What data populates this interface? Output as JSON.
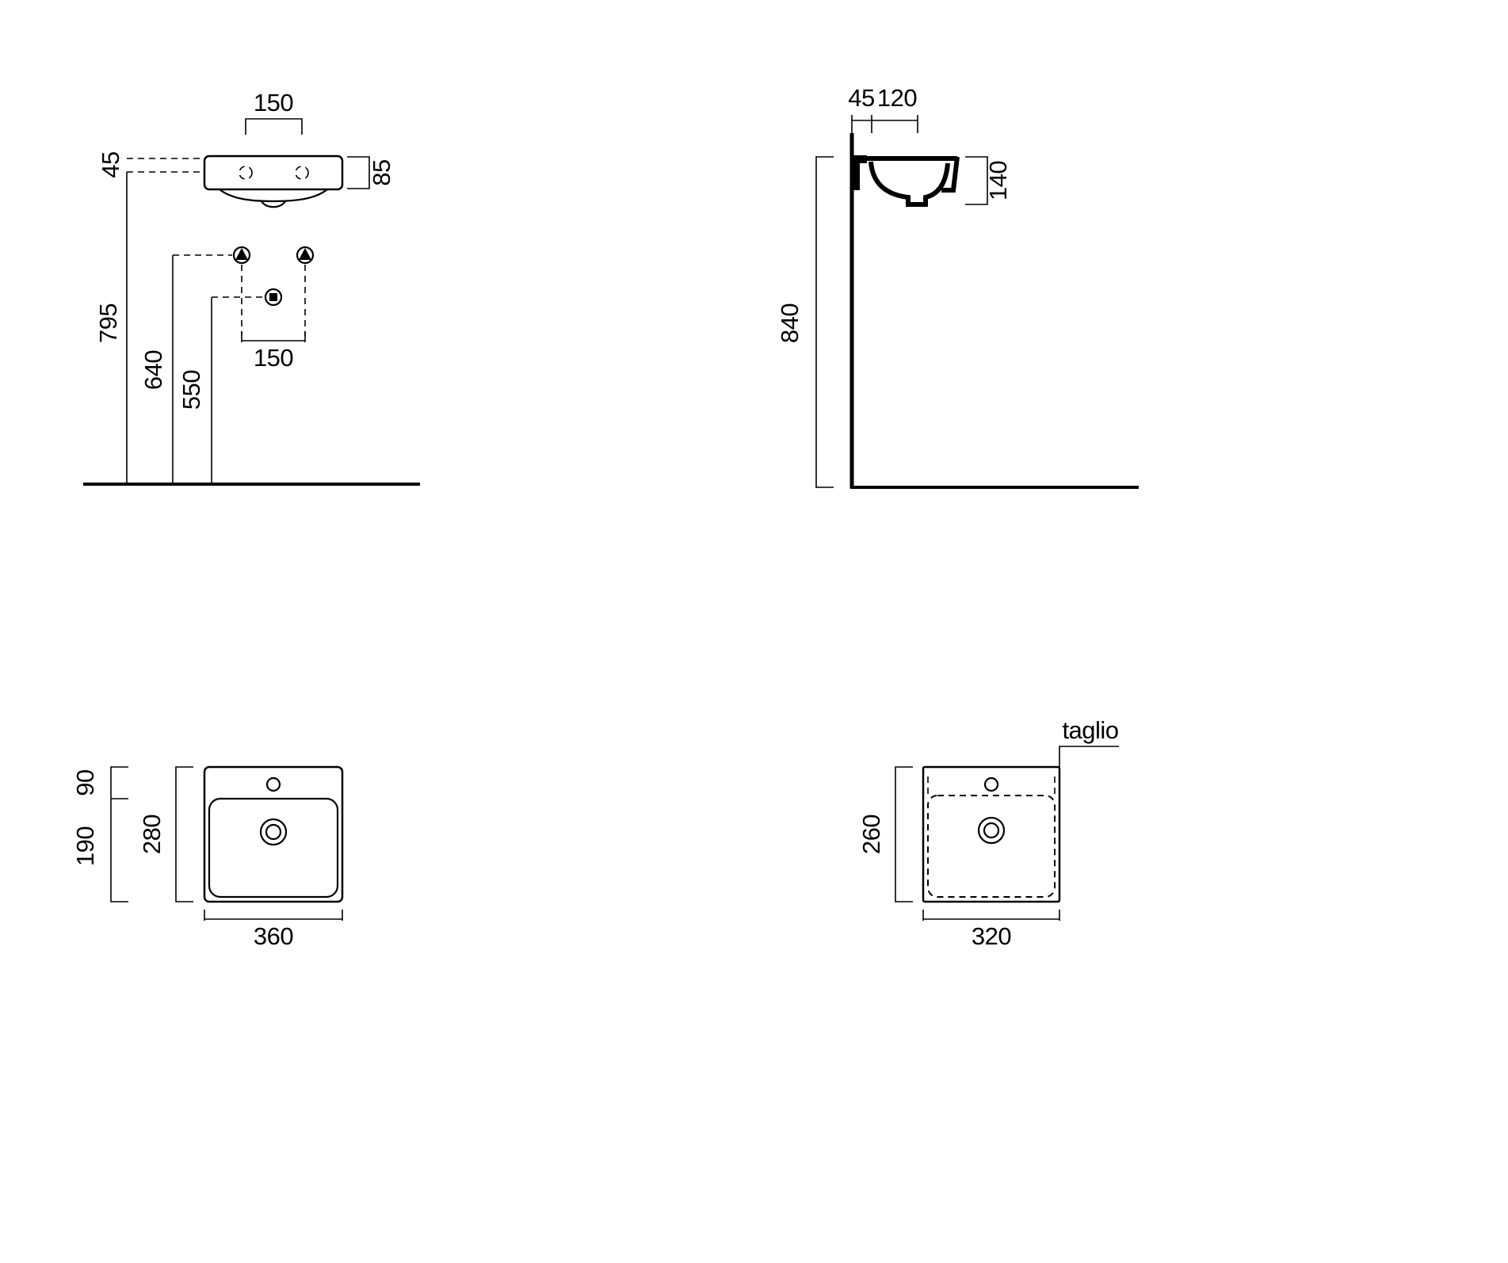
{
  "drawing": {
    "background": "#ffffff",
    "line_color": "#000000",
    "views": {
      "front": {
        "dim_tap_spacing_top": "150",
        "dim_rim_to_tap": "45",
        "dim_rim_thickness": "85",
        "dim_fixing_spacing": "150",
        "dim_rim_height_from_floor": "795",
        "dim_fixing_height_from_floor": "640",
        "dim_drain_height_from_floor": "550"
      },
      "side": {
        "dim_wall_gap": "45",
        "dim_tap_ledge_depth": "120",
        "dim_basin_section_depth": "140",
        "dim_rim_height_from_floor": "840"
      },
      "plan": {
        "dim_tap_hole_offset": "90",
        "dim_bowl_inner_depth_front": "190",
        "dim_bowl_depth": "280",
        "dim_overall_width": "360"
      },
      "plan_cut": {
        "cut_label": "taglio",
        "dim_depth": "260",
        "dim_overall_width": "320"
      }
    }
  }
}
